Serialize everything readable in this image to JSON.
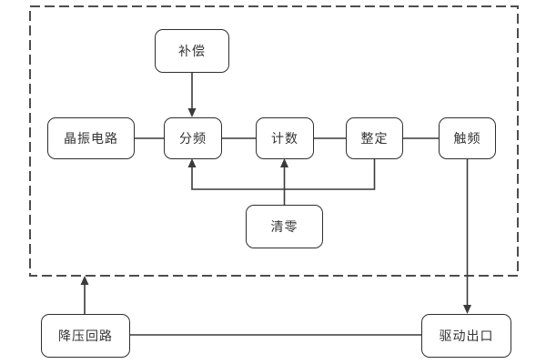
{
  "diagram": {
    "type": "block-diagram",
    "background_color": "#ffffff",
    "line_color": "#3a3a3a",
    "box_border_color": "#2f2f2f",
    "text_color": "#333333",
    "dashed_boundary_color": "#4d4d4d",
    "nodes": [
      {
        "id": "compensation",
        "label": "补偿"
      },
      {
        "id": "crystal",
        "label": "晶振电路"
      },
      {
        "id": "divider",
        "label": "分频"
      },
      {
        "id": "counter",
        "label": "计数"
      },
      {
        "id": "setting",
        "label": "整定"
      },
      {
        "id": "trigger",
        "label": "触频"
      },
      {
        "id": "clear",
        "label": "清零"
      },
      {
        "id": "stepdown",
        "label": "降压回路"
      },
      {
        "id": "drive_output",
        "label": "驱动出口"
      }
    ],
    "edges": [
      {
        "from": "补偿",
        "to": "分频",
        "arrow": true
      },
      {
        "from": "晶振电路",
        "to": "分频",
        "arrow": false
      },
      {
        "from": "分频",
        "to": "计数",
        "arrow": false
      },
      {
        "from": "计数",
        "to": "整定",
        "arrow": false
      },
      {
        "from": "整定",
        "to": "触频",
        "arrow": false
      },
      {
        "from": "清零",
        "to": "计数",
        "arrow": true
      },
      {
        "from": "整定",
        "to": "分频",
        "arrow": true,
        "note": "feedback bus below row"
      },
      {
        "from": "触频",
        "to": "驱动出口",
        "arrow": true
      },
      {
        "from": "降压回路",
        "to": "虚线框",
        "arrow": true
      },
      {
        "from": "降压回路",
        "to": "驱动出口",
        "arrow": false
      }
    ]
  }
}
